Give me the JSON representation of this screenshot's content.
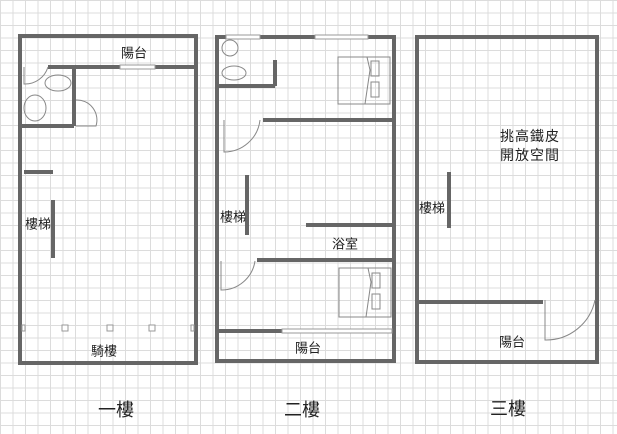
{
  "floors": [
    {
      "title": "一樓",
      "rooms": {
        "balcony": "陽台",
        "stairs": "樓梯",
        "arcade": "騎樓"
      }
    },
    {
      "title": "二樓",
      "rooms": {
        "stairs": "樓梯",
        "bathroom": "浴室",
        "balcony": "陽台"
      }
    },
    {
      "title": "三樓",
      "rooms": {
        "open_space_line1": "挑高鐵皮",
        "open_space_line2": "開放空間",
        "stairs": "樓梯",
        "balcony": "陽台"
      }
    }
  ],
  "colors": {
    "wall": "#666666",
    "grid": "#dcdcdc"
  }
}
